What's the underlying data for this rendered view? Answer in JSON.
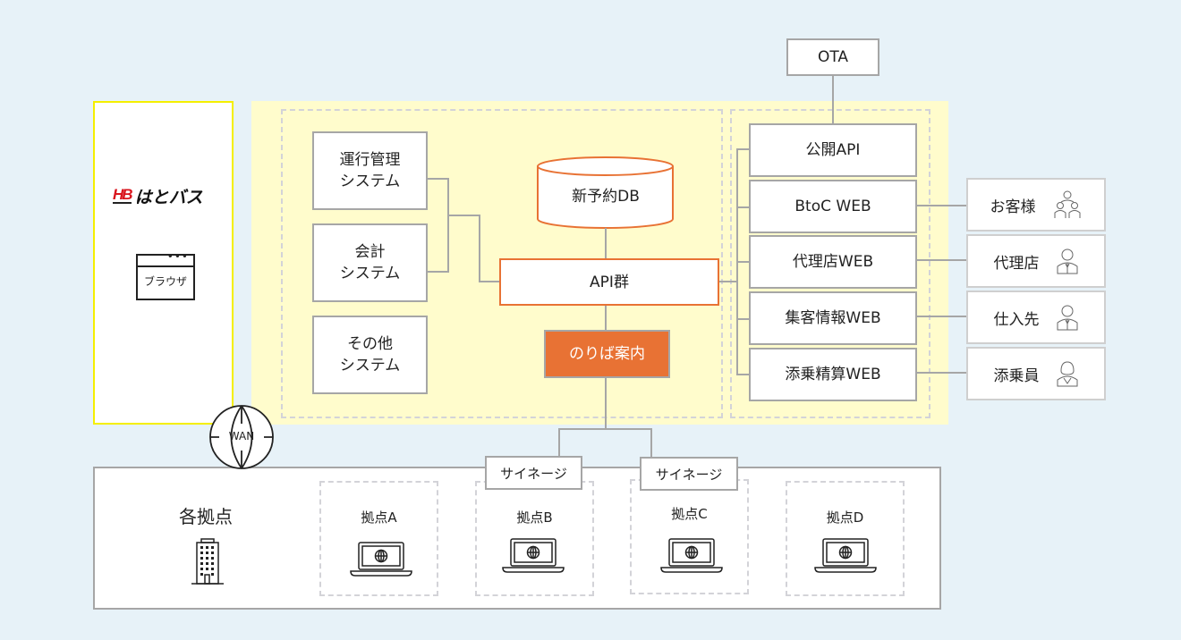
{
  "company": {
    "logo_mark": "HB",
    "name": "はとバス",
    "browser_label": "ブラウザ"
  },
  "internal_systems": [
    {
      "label": "運行管理\nシステム"
    },
    {
      "label": "会計\nシステム"
    },
    {
      "label": "その他\nシステム"
    }
  ],
  "core": {
    "database": "新予約DB",
    "api_group": "API群",
    "boarding_guide": "のりば案内"
  },
  "ota": "OTA",
  "web_services": [
    {
      "label": "公開API"
    },
    {
      "label": "BtoC WEB"
    },
    {
      "label": "代理店WEB"
    },
    {
      "label": "集客情報WEB"
    },
    {
      "label": "添乗精算WEB"
    }
  ],
  "external_users": [
    {
      "label": "お客様",
      "icon": "customers-icon"
    },
    {
      "label": "代理店",
      "icon": "agent-person-icon"
    },
    {
      "label": "仕入先",
      "icon": "supplier-person-icon"
    },
    {
      "label": "添乗員",
      "icon": "tour-conductor-icon"
    }
  ],
  "wan": "WAN",
  "sites": {
    "title": "各拠点",
    "signage": [
      "サイネージ",
      "サイネージ"
    ],
    "items": [
      {
        "label": "拠点A"
      },
      {
        "label": "拠点B"
      },
      {
        "label": "拠点C"
      },
      {
        "label": "拠点D"
      }
    ]
  },
  "colors": {
    "accent_orange": "#e87234",
    "zone_yellow": "#fffccc",
    "company_border_yellow": "#f5ef00",
    "background": "#e7f2f8",
    "line_gray": "#a6a6a6",
    "logo_red": "#d9141c"
  }
}
